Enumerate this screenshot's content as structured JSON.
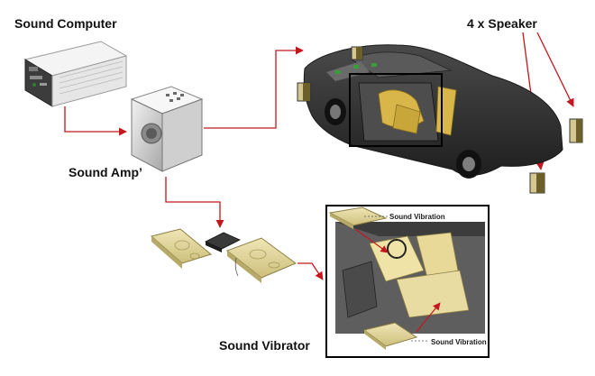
{
  "labels": {
    "sound_computer": "Sound Computer",
    "sound_amp": "Sound Amp’",
    "speakers": "4 x Speaker",
    "sound_vibrator": "Sound Vibrator"
  },
  "callouts": {
    "top": "Sound Vibration",
    "bottom": "Sound Vibration"
  },
  "colors": {
    "arrow": "#c4161c",
    "vibrator_pad": "#e0d49a",
    "car_body": "#2f2f2f",
    "frame": "#000000"
  }
}
